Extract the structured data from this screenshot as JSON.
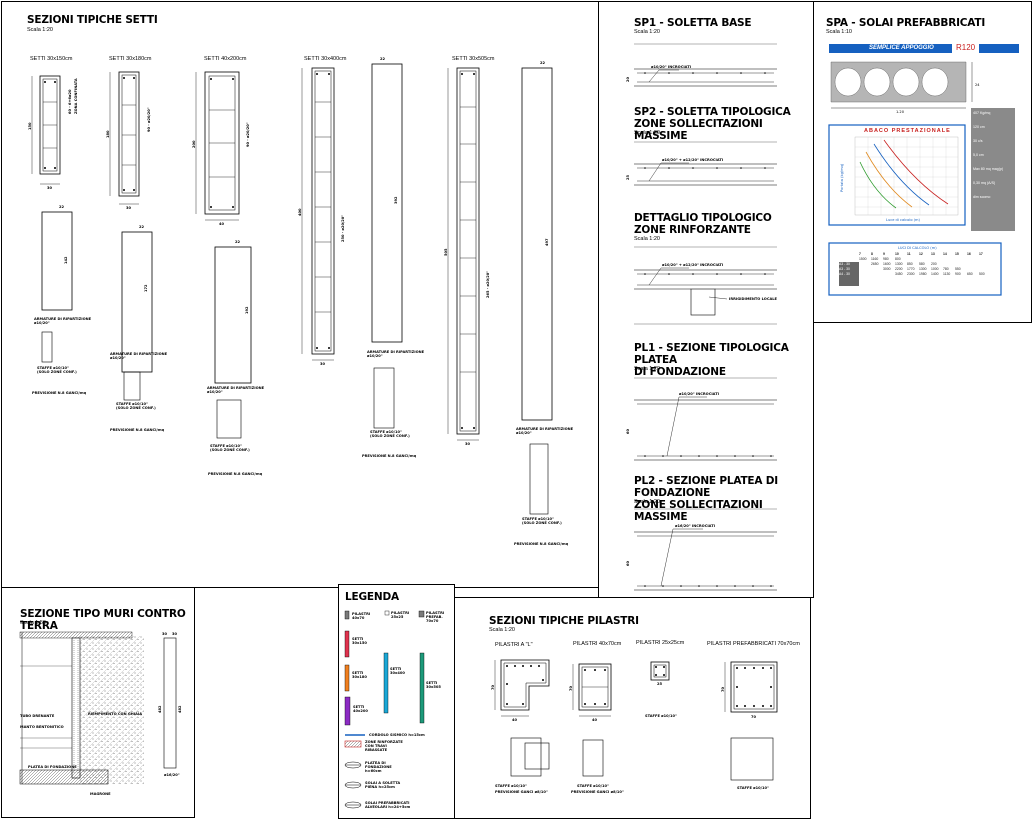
{
  "setti": {
    "title": "SEZIONI TIPICHE SETTI",
    "scale": "Scala 1:20",
    "labels": [
      "SETTI 30x150cm",
      "SETTI 30x180cm",
      "SETTI 40x200cm",
      "SETTI 30x400cm",
      "SETTI 30x505cm"
    ],
    "dims": [
      "150",
      "180",
      "200",
      "400",
      "505",
      "30",
      "30",
      "40",
      "30",
      "30",
      "22",
      "22",
      "22",
      "22",
      "22",
      "142",
      "172",
      "192",
      "392",
      "497",
      "42",
      "37",
      "27"
    ],
    "notes": {
      "armature": "ARMATURE DI RIPARTIZIONE ø10/20\"",
      "staffe": "STAFFE ø10/10\" (SOLO ZONE CONF.)",
      "previsione": "PREVISIONE N.8 GANCI/mq",
      "confinata": "ZONA CONFINATA",
      "barre1": "60 - 6+6ø20",
      "barre2": "90 - ø20/20\"",
      "barre3": "250 - ø20/20\"",
      "barre4": "265 - ø20/20\""
    }
  },
  "sp1": {
    "title": "SP1 - SOLETTA BASE",
    "scale": "Scala 1:20",
    "bar": "ø10/20\" INCROCIATI",
    "dim": "20"
  },
  "sp2": {
    "title": "SP2 - SOLETTA TIPOLOGICA\nZONE SOLLECITAZIONI MASSIME",
    "scale": "Scala 1:20",
    "bar": "ø10/20\" + ø12/20\" INCROCIATI",
    "dim": "25"
  },
  "dett": {
    "title": "DETTAGLIO TIPOLOGICO\nZONE RINFORZANTE",
    "scale": "Scala 1:20",
    "bar": "ø10/20\" + ø12/20\" INCROCIATI",
    "note": "IRRIGIDIMENTO LOCALE"
  },
  "pl1": {
    "title": "PL1 - SEZIONE TIPOLOGICA PLATEA\nDI FONDAZIONE",
    "scale": "Scala 1:20",
    "bar": "ø10/20\" INCROCIATI",
    "dim": "60"
  },
  "pl2": {
    "title": "PL2 - SEZIONE PLATEA DI FONDAZIONE\nZONE SOLLECITAZIONI MASSIME",
    "scale": "Scala 1:20",
    "bar": "ø16/20\" INCROCIATI",
    "dim": "60"
  },
  "spa": {
    "title": "SPA - SOLAI PREFABBRICATI",
    "scale": "Scala 1:10",
    "banner": "SEMPLICE APPOGGIO",
    "code": "R120",
    "width": "1.20",
    "height": "24",
    "chart_title": "ABACO PRESTAZIONALE",
    "chart_xlabel": "Luce di calcolo (m)",
    "chart_ylabel": "Portata (kg/mq)",
    "side_values": [
      "407 Kg/mq",
      "120 cm",
      "30 c/s",
      "5,0 cm",
      "Max 80 mq mag(p)",
      "0,30 mq (A/S)",
      "dim scomo"
    ],
    "table_title": "LUCI DI CALCOLO (m)",
    "table_header": [
      "7",
      "8",
      "9",
      "10",
      "11",
      "12",
      "13",
      "14",
      "15",
      "16",
      "17"
    ],
    "table_rows": [
      [
        "A1 - 30",
        "1500",
        "1160",
        "980",
        "800",
        "",
        "",
        "",
        "",
        "",
        ""
      ],
      [
        "A3 - 30",
        "",
        "2650",
        "1600",
        "1300",
        "850",
        "580",
        "200",
        "",
        "",
        ""
      ],
      [
        "A3 - 30",
        "",
        "",
        "3000",
        "2200",
        "1770",
        "1300",
        "1000",
        "780",
        "550",
        "400",
        ""
      ],
      [
        "A4 - 30",
        "",
        "",
        "",
        "3450",
        "2300",
        "1980",
        "1400",
        "1130",
        "900",
        "650",
        "500",
        "300"
      ]
    ]
  },
  "muri": {
    "title": "SEZIONE TIPO MURI CONTRO TERRA",
    "scale": "Scala 1:50",
    "labels": [
      "TUBO DRENANTE",
      "MANTO BENTONITICO",
      "PLATEA DI FONDAZIONE",
      "RIEMPIMENTO CON GHIAIA",
      "MAGRONE"
    ],
    "dims": [
      "30",
      "30",
      "482",
      "482",
      "ø16/20\""
    ]
  },
  "legenda": {
    "title": "LEGENDA",
    "items": [
      {
        "label": "PILASTRI 40x70",
        "color": "#7a7a7a"
      },
      {
        "label": "PILASTRI 25x25",
        "color": "#ffffff"
      },
      {
        "label": "PILASTRI PREFAB. 70x70",
        "color": "#7a7a7a"
      },
      {
        "label": "SETTI 30x150",
        "color": "#e0334e"
      },
      {
        "label": "SETTI 30x180",
        "color": "#f07f1f"
      },
      {
        "label": "SETTI 30x400",
        "color": "#1aa7d6"
      },
      {
        "label": "SETTI 30x505",
        "color": "#1d9a7a"
      },
      {
        "label": "SETTI 40x200",
        "color": "#8c2bc4"
      }
    ],
    "lines": [
      "CORDOLO SISMICO h=15cm",
      "ZONE RINFORZATE CON TRAVI RIBASSATE",
      "PLATEA DI FONDAZIONE h=60cm",
      "SOLAI A SOLETTA PIENA h=25cm",
      "SOLAI PREFABBRICATI ALVEOLARI h=24+5cm"
    ]
  },
  "pilastri": {
    "title": "SEZIONI TIPICHE PILASTRI",
    "scale": "Scala 1:20",
    "labels": [
      "PILASTRI A \"L\"",
      "PILASTRI 40x70cm",
      "PILASTRI 25x25cm",
      "PILASTRI PREFABBRICATI 70x70cm"
    ],
    "dims": [
      "70",
      "40",
      "70",
      "40",
      "25",
      "70",
      "70"
    ],
    "notes": {
      "staffe": "STAFFE ø10/10\"",
      "previsione": "PREVISIONE GANCI ø8/10\""
    }
  }
}
